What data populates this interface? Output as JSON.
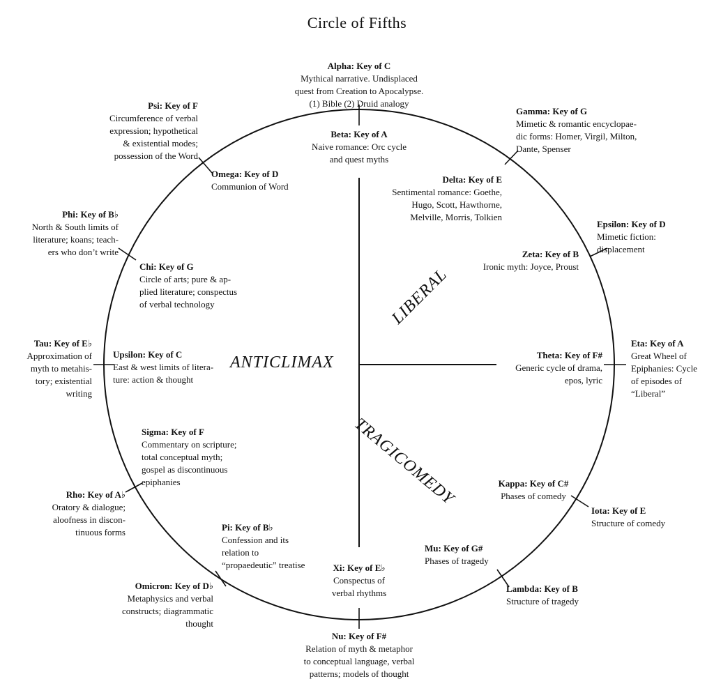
{
  "title": "Circle of Fifths",
  "regions": {
    "liberal": "LIBERAL",
    "anticlimax": "ANTICLIMAX",
    "tragicomedy": "TRAGICOMEDY"
  },
  "nodes": {
    "alpha": {
      "head": "Alpha: Key of C",
      "desc": "Mythical narrative.  Undisplaced\nquest from Creation to Apocalypse.\n(1) Bible (2) Druid analogy"
    },
    "beta": {
      "head": "Beta: Key of A",
      "desc": "Naive romance: Orc cycle\nand quest myths"
    },
    "gamma": {
      "head": "Gamma: Key of G",
      "desc": "Mimetic & romantic encyclopae-\ndic forms: Homer, Virgil, Milton,\nDante, Spenser"
    },
    "delta": {
      "head": "Delta: Key of E",
      "desc": "Sentimental romance: Goethe,\nHugo, Scott, Hawthorne,\nMelville, Morris, Tolkien"
    },
    "epsilon": {
      "head": "Epsilon: Key of D",
      "desc": "Mimetic fiction:\ndisplacement"
    },
    "zeta": {
      "head": "Zeta: Key of B",
      "desc": "Ironic myth: Joyce, Proust"
    },
    "eta": {
      "head": "Eta: Key of A",
      "desc": "Great Wheel of\nEpiphanies: Cycle\nof episodes of\n“Liberal”"
    },
    "theta": {
      "head": "Theta: Key of F#",
      "desc": "Generic cycle of drama,\nepos, lyric"
    },
    "iota": {
      "head": "Iota: Key of E",
      "desc": "Structure of comedy"
    },
    "kappa": {
      "head": "Kappa: Key of C#",
      "desc": "Phases of comedy"
    },
    "lambda": {
      "head": "Lambda: Key of B",
      "desc": "Structure of tragedy"
    },
    "mu": {
      "head": "Mu: Key of G#",
      "desc": "Phases of tragedy"
    },
    "nu": {
      "head": "Nu: Key of F#",
      "desc": "Relation of myth & metaphor\nto conceptual language, verbal\npatterns; models of thought"
    },
    "xi": {
      "head": "Xi: Key of E♭",
      "desc": "Conspectus of\nverbal rhythms"
    },
    "omicron": {
      "head": "Omicron: Key of D♭",
      "desc": "Metaphysics and verbal\nconstructs; diagrammatic\nthought"
    },
    "pi": {
      "head": "Pi: Key of B♭",
      "desc": "Confession and its\nrelation to\n“propaedeutic” treatise"
    },
    "rho": {
      "head": "Rho: Key of A♭",
      "desc": "Oratory & dialogue;\naloofness in discon-\ntinuous forms"
    },
    "sigma": {
      "head": "Sigma: Key of F",
      "desc": "Commentary on scripture;\ntotal conceptual myth;\ngospel as discontinuous\nepiphanies"
    },
    "tau": {
      "head": "Tau: Key of E♭",
      "desc": "Approximation of\nmyth to metahis-\ntory; existential\nwriting"
    },
    "upsilon": {
      "head": "Upsilon: Key of C",
      "desc": "East & west limits of litera-\nture: action & thought"
    },
    "phi": {
      "head": "Phi: Key of B♭",
      "desc": "North & South limits of\nliterature; koans; teach-\ners who don’t write"
    },
    "chi": {
      "head": "Chi: Key of G",
      "desc": "Circle of arts; pure & ap-\nplied literature; conspectus\nof verbal technology"
    },
    "psi": {
      "head": "Psi: Key of F",
      "desc": "Circumference of verbal\nexpression; hypothetical\n& existential modes;\npossession of the Word"
    },
    "omega": {
      "head": "Omega: Key of D",
      "desc": "Communion of Word"
    }
  }
}
